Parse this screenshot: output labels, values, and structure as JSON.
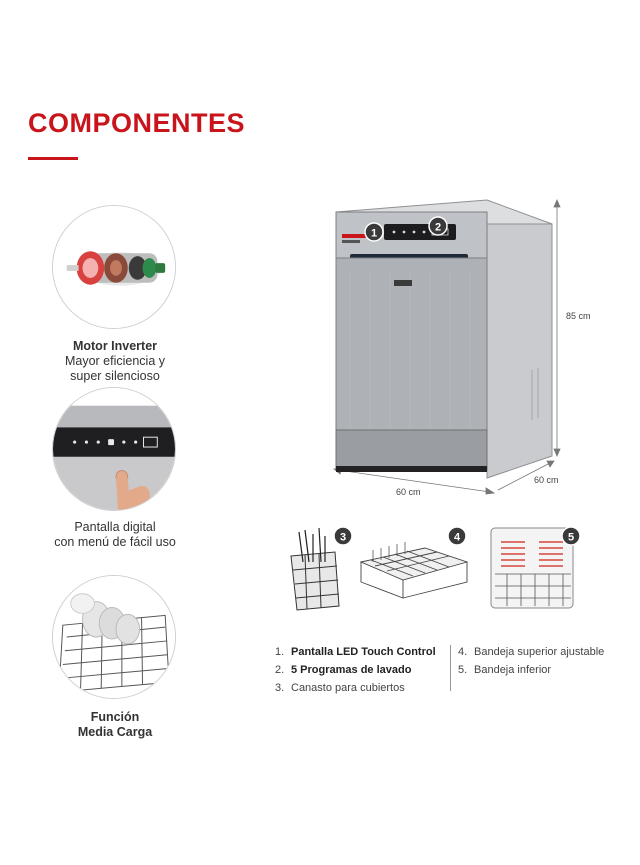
{
  "heading": {
    "title": "COMPONENTES"
  },
  "features": [
    {
      "title": "Motor Inverter",
      "desc1": "Mayor eficiencia y",
      "desc2": "super silencioso"
    },
    {
      "title": "",
      "desc1": "Pantalla digital",
      "desc2": "con menú de fácil uso"
    },
    {
      "title": "Función",
      "desc1": "Media Carga",
      "desc2": ""
    }
  ],
  "dimensions": {
    "height": "85 cm",
    "width": "60 cm",
    "depth": "60 cm"
  },
  "badges": [
    "1",
    "2",
    "3",
    "4",
    "5"
  ],
  "legend": [
    {
      "num": "1.",
      "label": "Pantalla LED Touch Control"
    },
    {
      "num": "2.",
      "label": "5 Programas de lavado"
    },
    {
      "num": "3.",
      "label": "Canasto para cubiertos"
    },
    {
      "num": "4.",
      "label": "Bandeja superior ajustable"
    },
    {
      "num": "5.",
      "label": "Bandeja inferior"
    }
  ],
  "colors": {
    "accent": "#c8151b",
    "badge": "#3a3a3a",
    "steel": "#a9acb0"
  },
  "icons": [
    "motor-inverter-image",
    "touch-display-image",
    "half-load-rack-image",
    "dishwasher-image",
    "cutlery-basket-image",
    "upper-rack-image",
    "lower-rack-image"
  ]
}
